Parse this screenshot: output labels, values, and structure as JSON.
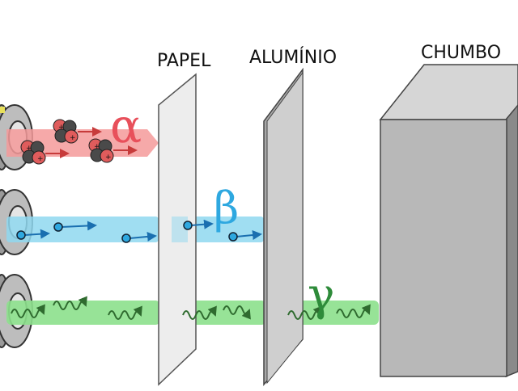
{
  "labels": {
    "paper": "PAPEL",
    "aluminum": "ALUMÍNIO",
    "lead": "CHUMBO"
  },
  "symbols": {
    "alpha": "α",
    "beta": "β",
    "gamma": "γ"
  },
  "colors": {
    "alpha_beam": "#f49a9a",
    "alpha_symbol": "#e8505b",
    "beta_beam": "#8fd8f0",
    "beta_symbol": "#2ea8e0",
    "gamma_beam": "#8ce08c",
    "gamma_symbol": "#2e8b3a",
    "sheet": "#ededed",
    "lead_front": "#b8b8b8"
  }
}
